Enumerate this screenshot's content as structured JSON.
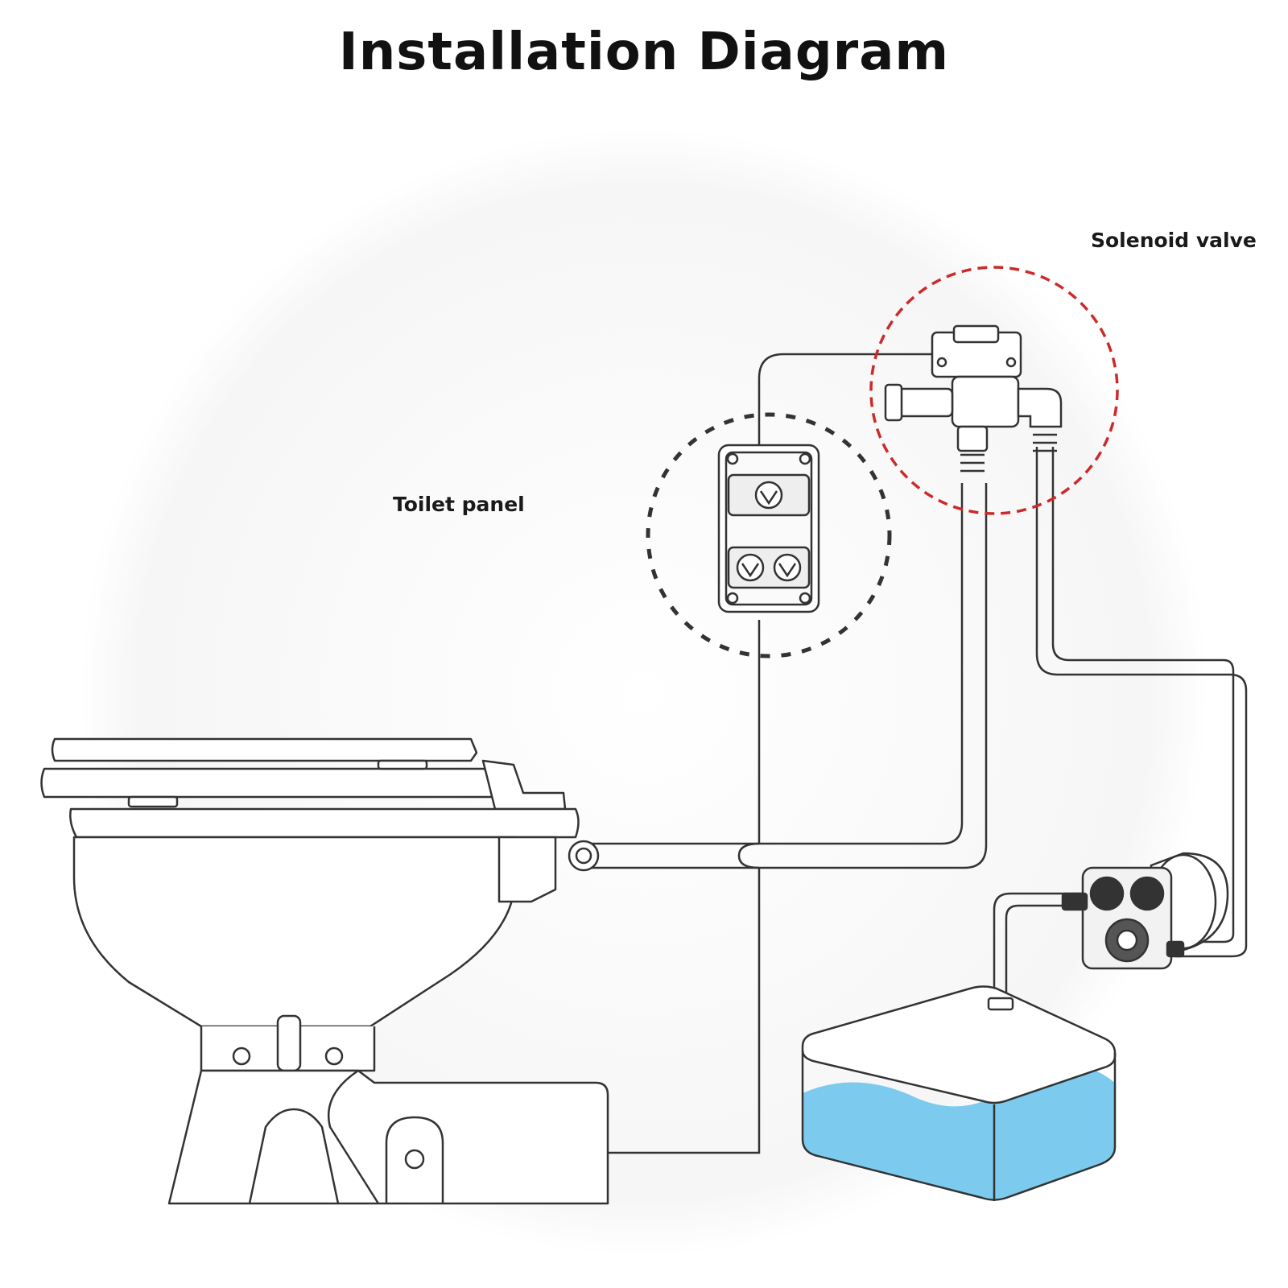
{
  "title": "Installation Diagram",
  "labels": {
    "toilet_panel": "Toilet panel",
    "solenoid_valve": "Solenoid valve"
  },
  "colors": {
    "line": "#333333",
    "highlight_valve": "#cc2a2a",
    "highlight_panel": "#333333",
    "water": "#7ccbee"
  },
  "components": [
    "toilet",
    "toilet-panel",
    "solenoid-valve",
    "water-pump",
    "water-tank"
  ]
}
